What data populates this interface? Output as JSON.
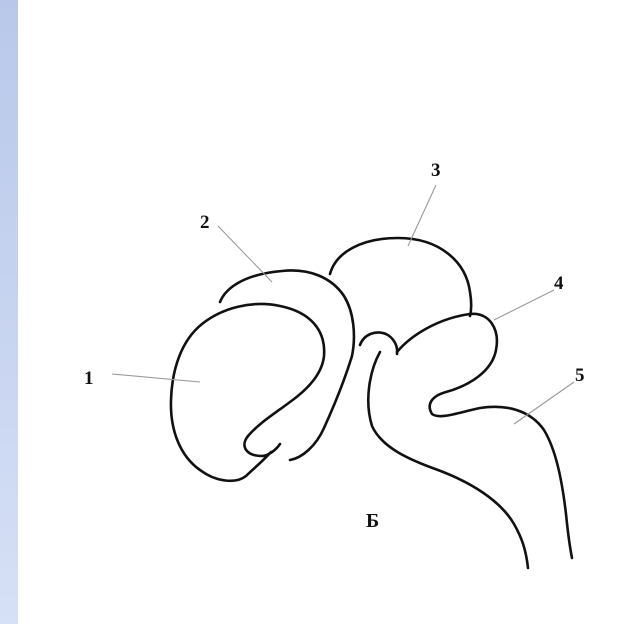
{
  "labels": {
    "part_1": "1",
    "part_2": "2",
    "part_3": "3",
    "part_4": "4",
    "part_5": "5"
  },
  "caption": "Б",
  "colors": {
    "side_strip": "#c7d4f0",
    "outline": "#111111",
    "leader_lines": "#9a9a9a"
  }
}
